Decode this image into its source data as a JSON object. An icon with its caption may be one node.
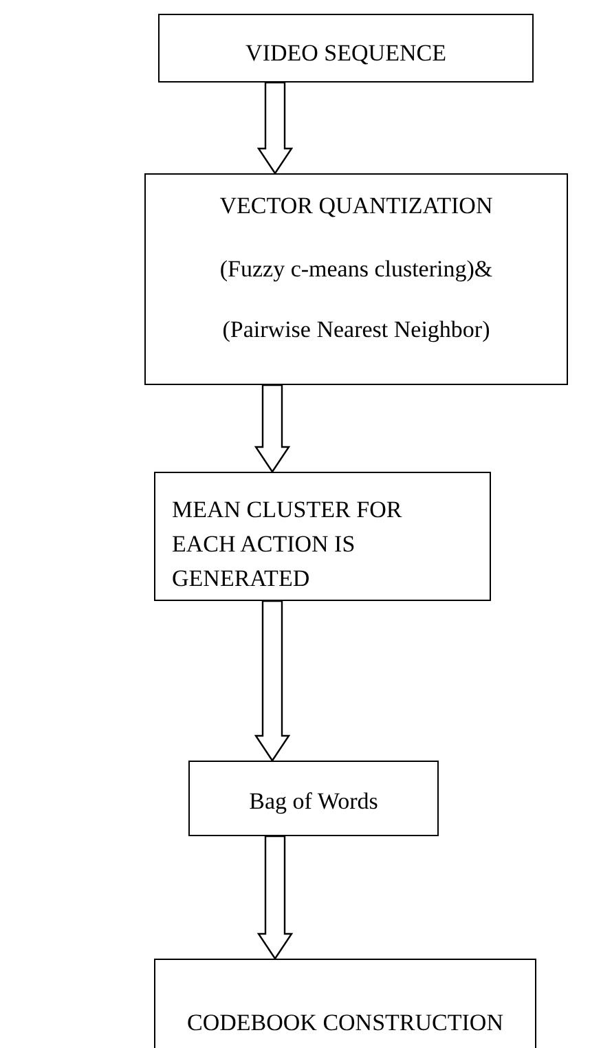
{
  "diagram": {
    "nodes": [
      {
        "text": [
          "VIDEO SEQUENCE"
        ]
      },
      {
        "text": [
          "VECTOR QUANTIZATION",
          "(Fuzzy c-means clustering)&",
          "(Pairwise Nearest Neighbor)"
        ]
      },
      {
        "text": [
          "MEAN CLUSTER FOR EACH ACTION IS GENERATED"
        ]
      },
      {
        "text": [
          "Bag of Words"
        ]
      },
      {
        "text": [
          "CODEBOOK CONSTRUCTION"
        ]
      }
    ],
    "edges": [
      {
        "from": 0,
        "to": 1,
        "arrow": "to"
      },
      {
        "from": 1,
        "to": 2,
        "arrow": "to"
      },
      {
        "from": 2,
        "to": 3,
        "arrow": "to"
      },
      {
        "from": 3,
        "to": 4,
        "arrow": "to"
      }
    ]
  }
}
